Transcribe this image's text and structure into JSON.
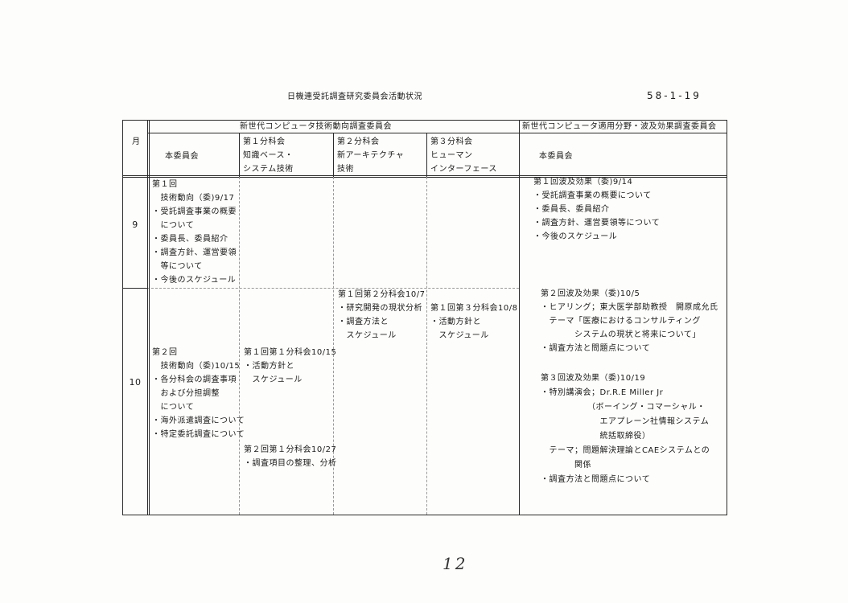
{
  "header": {
    "title": "日機連受託調査研究委員会活動状況",
    "doc_number": "58-1-19"
  },
  "table": {
    "group_left": "新世代コンピュータ技術動向調査委員会",
    "group_right": "新世代コンピュータ適用分野・波及効果調査委員会",
    "col_month": "月",
    "col_main": "本委員会",
    "col_sub1": [
      "第１分科会",
      "知識ベース・",
      "システム技術"
    ],
    "col_sub2": [
      "第２分科会",
      "新アーキテクチャ",
      "技術"
    ],
    "col_sub3": [
      "第３分科会",
      "ヒューマン",
      "インターフェース"
    ],
    "col_right_main": "本委員会",
    "rows": [
      {
        "month": "9",
        "main": [
          "第１回",
          "　技術動向（委)9/17",
          "・受託調査事業の概要",
          "　について",
          "・委員長、委員紹介",
          "・調査方針、運営要領",
          "　等について",
          "・今後のスケジュール"
        ],
        "right": [
          "第１回波及効果（委)9/14",
          "・受託調査事業の概要について",
          "・委員長、委員紹介",
          "・調査方針、運営要領等について",
          "・今後のスケジュール"
        ]
      },
      {
        "month": "10",
        "main": [
          "第２回",
          "　技術動向（委)10/15",
          "・各分科会の調査事項",
          "　および分担調整",
          "　について",
          "・海外派遣調査について",
          "・特定委託調査について"
        ],
        "sub1_a": [
          "第１回第１分科会10/15",
          "・活動方針と",
          "　スケジュール"
        ],
        "sub1_b": [
          "第２回第１分科会10/27",
          "・調査項目の整理、分析"
        ],
        "sub2": [
          "第１回第２分科会10/7",
          "・研究開発の現状分析",
          "・調査方法と",
          "　スケジュール"
        ],
        "sub3": [
          "第１回第３分科会10/8",
          "・活動方針と",
          "　スケジュール"
        ],
        "right": [
          "第２回波及効果（委)10/5",
          "・ヒアリング；東大医学部助教授　開原成允氏",
          "　テーマ「医療におけるコンサルティング",
          "　　　　システムの現状と将来について」",
          "・調査方法と問題点について",
          "",
          "第３回波及効果（委)10/19",
          "・特別講演会；Dr.R.E Miller Jr",
          "　　　　　　（ボーイング・コマーシャル・",
          "　　　　　　　エアプレーン社情報システム",
          "　　　　　　　統括取締役）",
          "　テーマ；問題解決理論とCAEシステムとの",
          "　　　　関係",
          "・調査方法と問題点について"
        ]
      }
    ]
  },
  "footer": {
    "page_number": "12"
  }
}
